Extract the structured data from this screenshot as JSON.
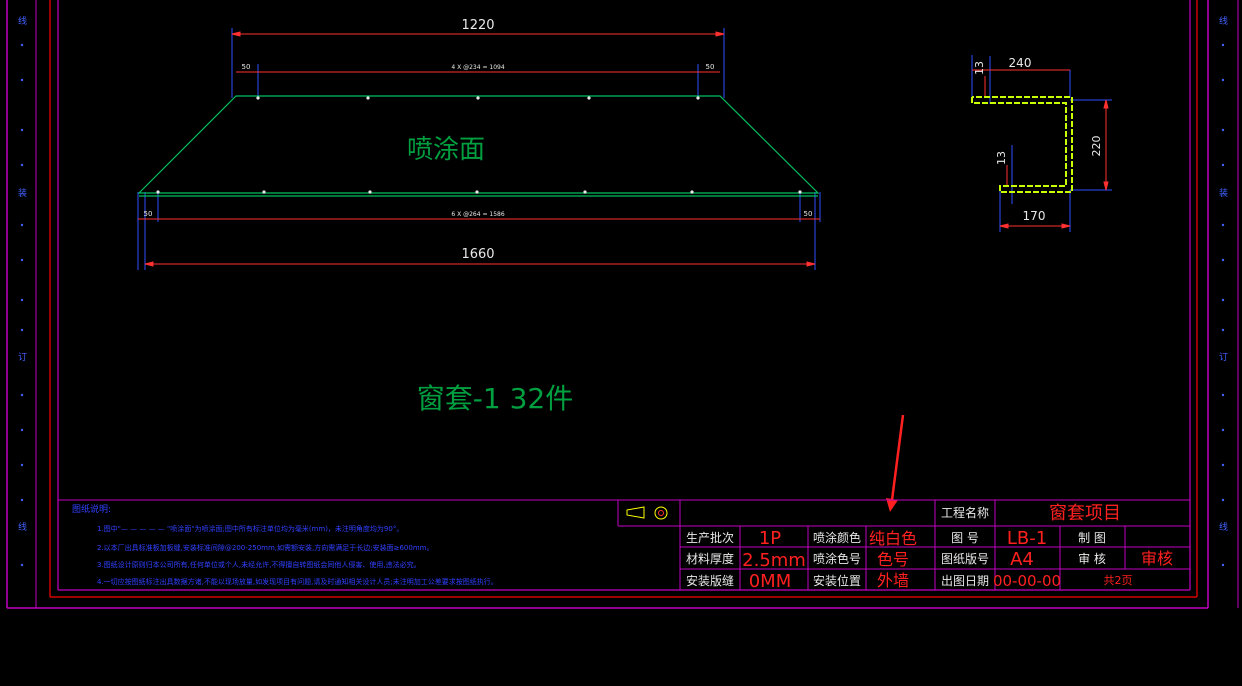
{
  "front_view": {
    "top_width": "1220",
    "top_edge": "50",
    "top_spacing": "4 X @234 = 1094",
    "top_edge_right": "50",
    "face_label": "喷涂面",
    "bottom_edge": "50",
    "bottom_spacing": "6 X @264 = 1586",
    "bottom_edge_right": "50",
    "bottom_width": "1660"
  },
  "section_view": {
    "top_flange": "240",
    "lip_top": "13",
    "height": "220",
    "lip_bottom": "13",
    "bottom_flange": "170"
  },
  "part_label": "窗套-1   32件",
  "side_marks": [
    "线",
    "装",
    "订",
    "线"
  ],
  "notes": {
    "title": "图纸说明:",
    "lines": [
      "1.图中\"— — — — —    \"喷涂面\"为喷涂面;图中所有标注单位均为毫米(mm)，未注明角度均为90°。",
      "2.以本厂出具标准板加板缝,安装标准间隙@200-250mm,如需额安装,方向需满足于长边;安装面≥600mm。",
      "3.图纸设计原则归本公司所有,任何单位或个人,未经允许,不得擅自转图纸会同他人侵害、使用,违法必究。",
      "4.一切应按图纸标注出具数据方诸,不能以现场放量,如发现项目有问题,请及时通知相关设计人员;未注明加工公差要求按图纸执行。"
    ]
  },
  "title_block": {
    "project_label": "工程名称",
    "project_value": "窗套项目",
    "batch_label": "生产批次",
    "batch_value": "1P",
    "color_label": "喷涂颜色",
    "color_value": "纯白色",
    "drawing_no_label": "图    号",
    "drawing_no_value": "LB-1",
    "draw_label": "制    图",
    "thickness_label": "材料厚度",
    "thickness_value": "2.5mm",
    "color_code_label": "喷涂色号",
    "color_code_value": "色号",
    "size_label": "图纸版号",
    "size_value": "A4",
    "review_label": "审    核",
    "review_value": "审核",
    "gap_label": "安装版缝",
    "gap_value": "0MM",
    "position_label": "安装位置",
    "position_value": "外墙",
    "date_label": "出图日期",
    "date_value": "00-00-00",
    "pages_value": "共2页"
  },
  "colors": {
    "background": "#000000",
    "frame": "#c000c0",
    "border": "#ff0000",
    "outline": "#00c060",
    "dimension": "#ff3030",
    "extension": "#3050ff",
    "section": "#c8ff00",
    "text_cyan": "#00ffff",
    "text_green": "#00a040",
    "title_text": "#ff2020",
    "notes_text": "#3040ff"
  }
}
